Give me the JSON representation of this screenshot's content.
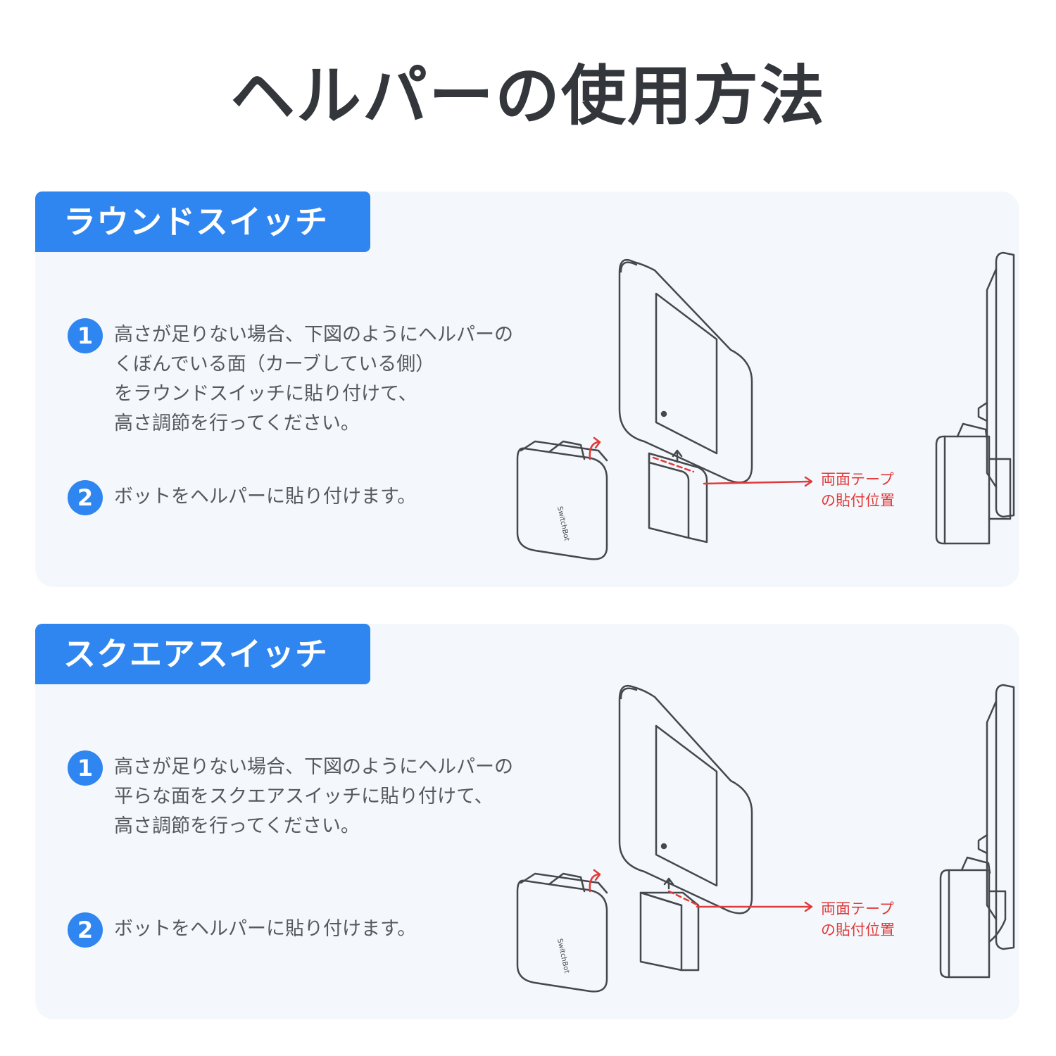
{
  "title": "ヘルパーの使用方法",
  "sections": [
    {
      "heading": "ラウンドスイッチ",
      "steps": [
        {
          "num": "1",
          "text": "高さが足りない場合、下図のようにヘルパーの\nくぼんでいる面（カーブしている側）\nをラウンドスイッチに貼り付けて、\n高さ調節を行ってください。"
        },
        {
          "num": "2",
          "text": "ボットをヘルパーに貼り付けます。"
        }
      ],
      "tape_label_line1": "両面テープ",
      "tape_label_line2": "の貼付位置",
      "bot_brand": "SwitchBot"
    },
    {
      "heading": "スクエアスイッチ",
      "steps": [
        {
          "num": "1",
          "text": "高さが足りない場合、下図のようにヘルパーの\n平らな面をスクエアスイッチに貼り付けて、\n高さ調節を行ってください。"
        },
        {
          "num": "2",
          "text": "ボットをヘルパーに貼り付けます。"
        }
      ],
      "tape_label_line1": "両面テープ",
      "tape_label_line2": "の貼付位置",
      "bot_brand": "SwitchBot"
    }
  ],
  "colors": {
    "accent": "#2f86f0",
    "tape": "#e03a3a",
    "card_bg": "#f4f8fc",
    "line": "#45484d"
  }
}
